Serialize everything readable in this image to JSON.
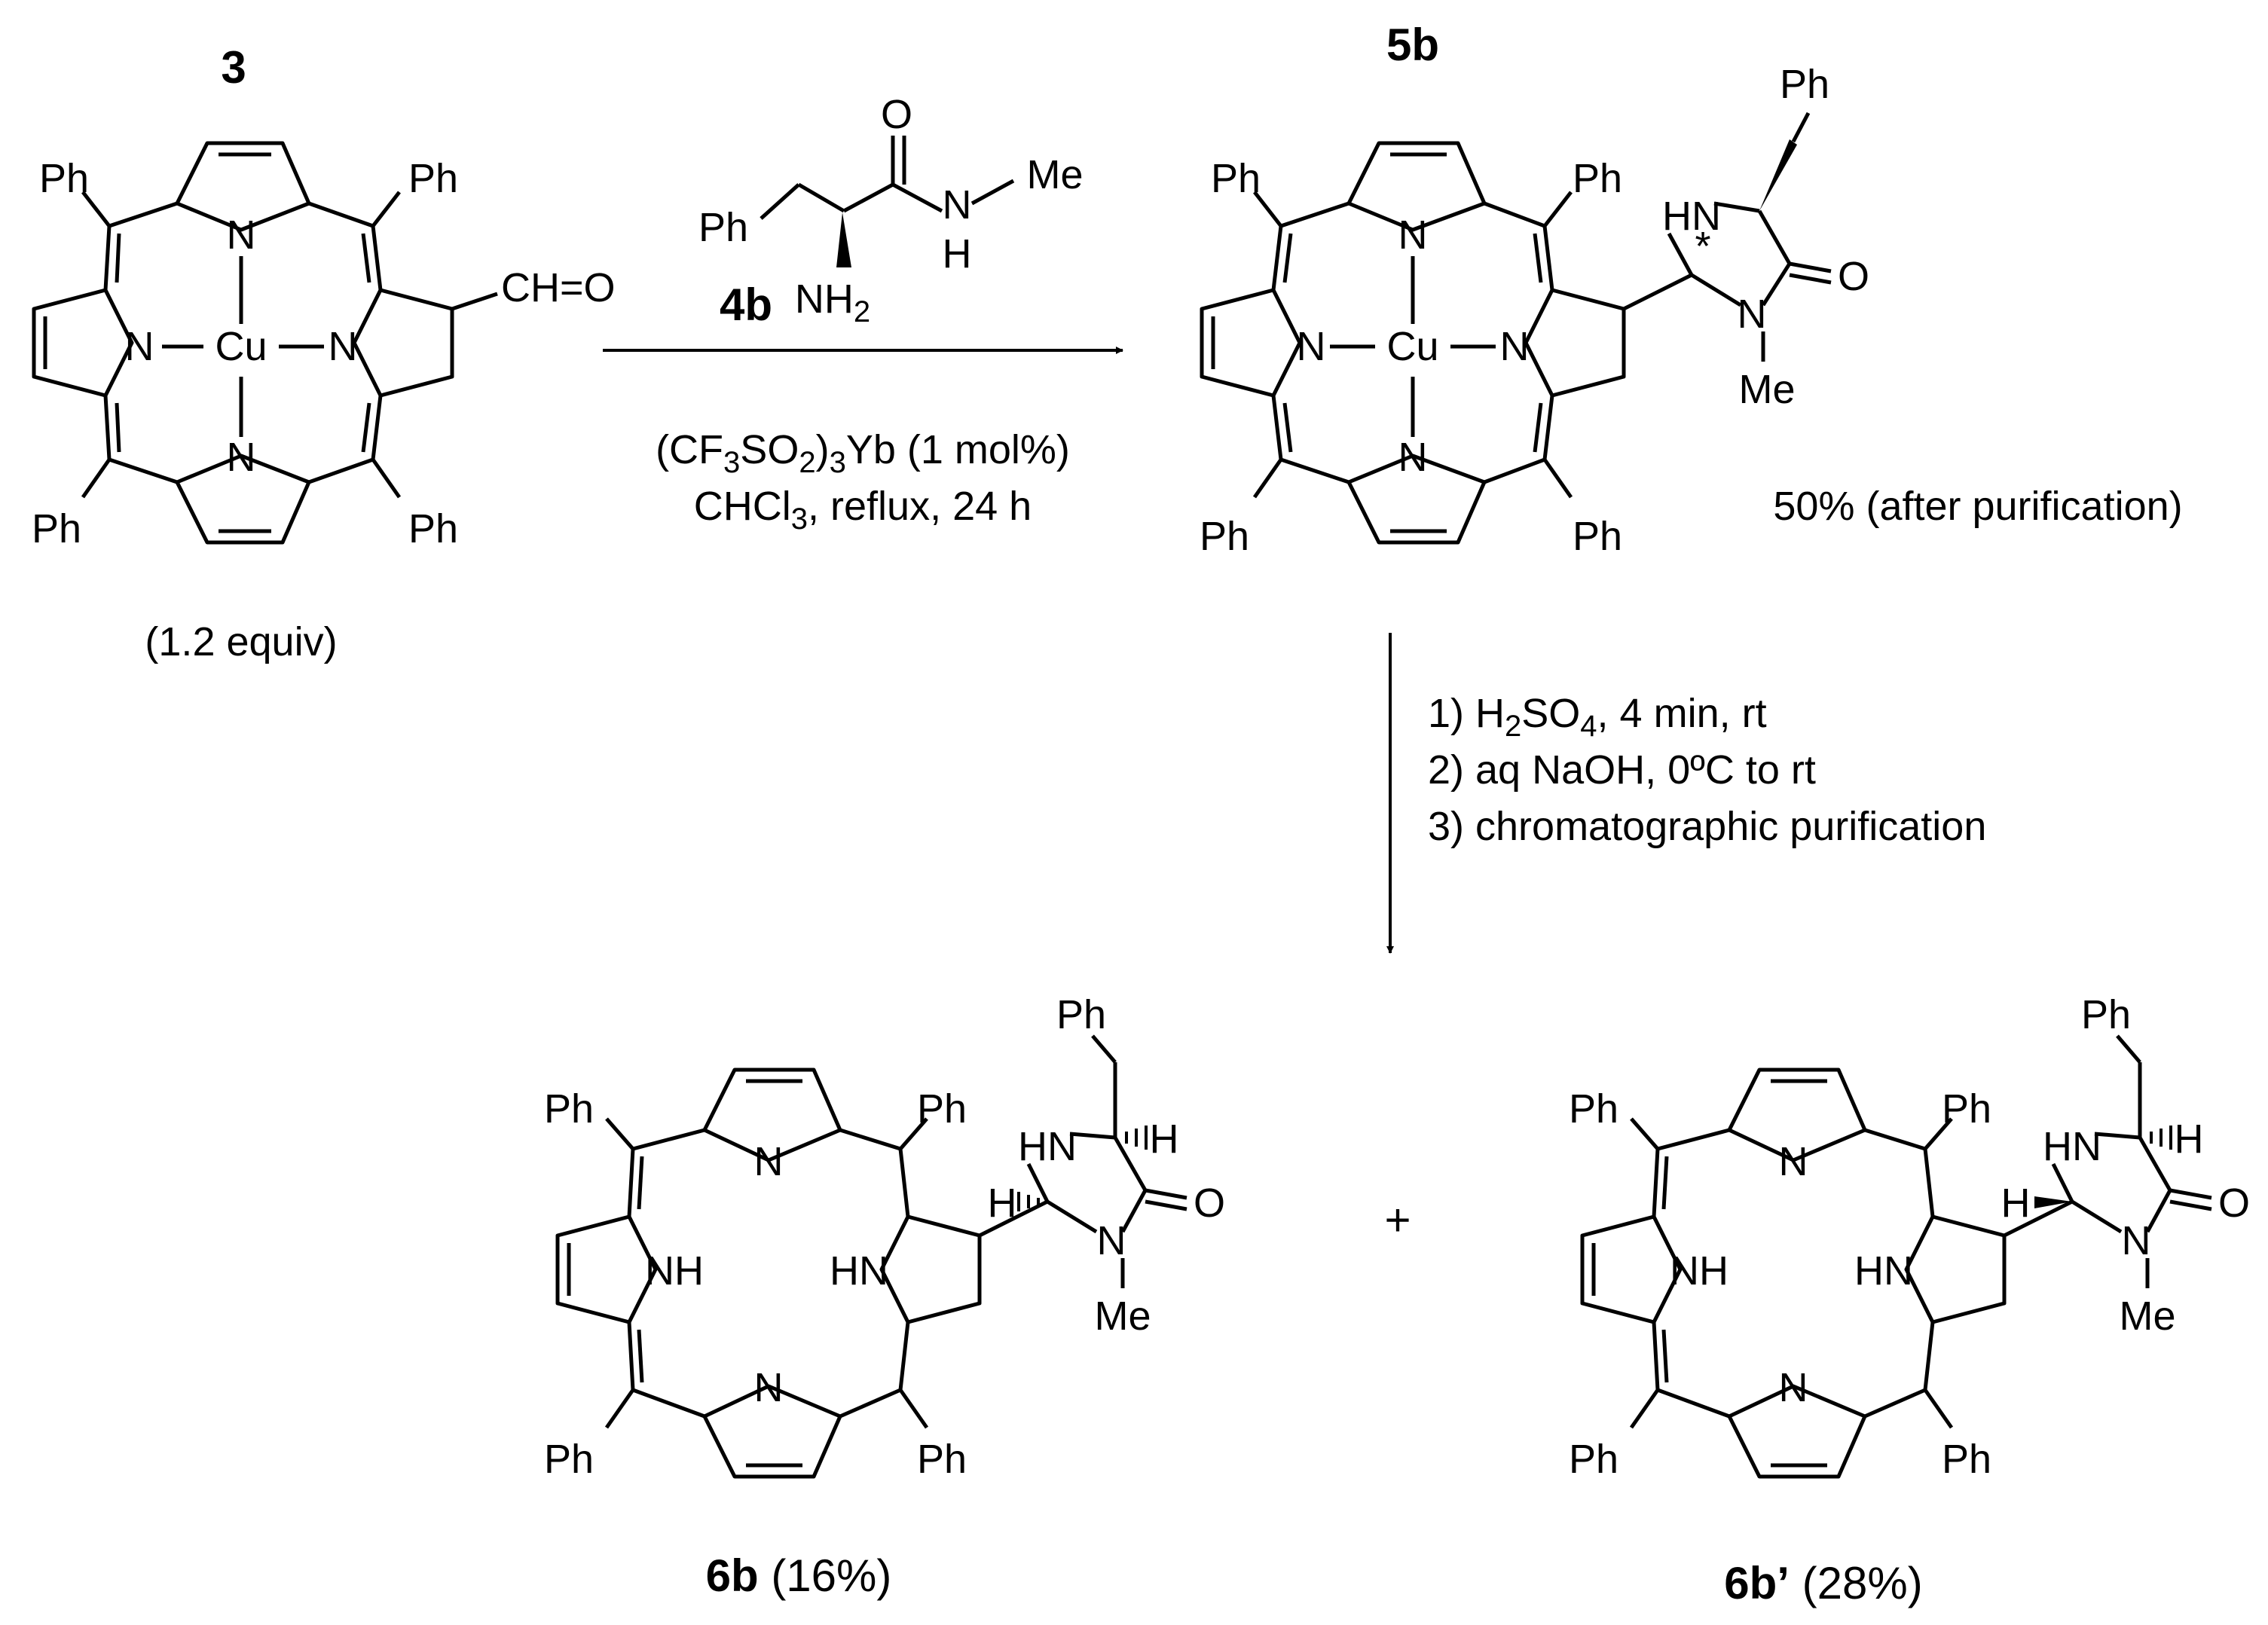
{
  "compounds": {
    "c3": {
      "id": "3",
      "equiv": "(1.2 equiv)",
      "formyl": "CH=O",
      "metal": "Cu"
    },
    "c4b": {
      "id": "4b",
      "ph": "Ph",
      "o": "O",
      "n": "N",
      "me": "Me",
      "h": "H",
      "nh2_base": "NH",
      "nh2_sub": "2"
    },
    "c5b": {
      "id": "5b",
      "yield": "50% (after purification)",
      "metal": "Cu",
      "nh": "HN",
      "o": "O",
      "n": "N",
      "me": "Me",
      "ph": "Ph",
      "star": "*"
    },
    "c6b": {
      "id": "6b",
      "yield": "(16%)",
      "nh": "NH",
      "hn": "HN",
      "h": "H",
      "o": "O",
      "n": "N",
      "me": "Me",
      "ph": "Ph"
    },
    "c6bp": {
      "id": "6b’",
      "yield": "(28%)",
      "nh": "NH",
      "hn": "HN",
      "h": "H",
      "o": "O",
      "n": "N",
      "me": "Me",
      "ph": "Ph"
    }
  },
  "common": {
    "ph": "Ph",
    "n": "N",
    "plus": "+"
  },
  "reaction1": {
    "cond1_p1": "(CF",
    "cond1_s1": "3",
    "cond1_p2": "SO",
    "cond1_s2": "2",
    "cond1_p3": ")",
    "cond1_s3": "3",
    "cond1_p4": "Yb (1 mol%)",
    "cond2_p1": "CHCl",
    "cond2_s1": "3",
    "cond2_p2": ", reflux, 24 h"
  },
  "reaction2": {
    "step1_p1": "1) H",
    "step1_s1": "2",
    "step1_p2": "SO",
    "step1_s2": "4",
    "step1_p3": ", 4 min, rt",
    "step2": "2) aq NaOH, 0ºC to rt",
    "step3": "3) chromatographic purification"
  }
}
